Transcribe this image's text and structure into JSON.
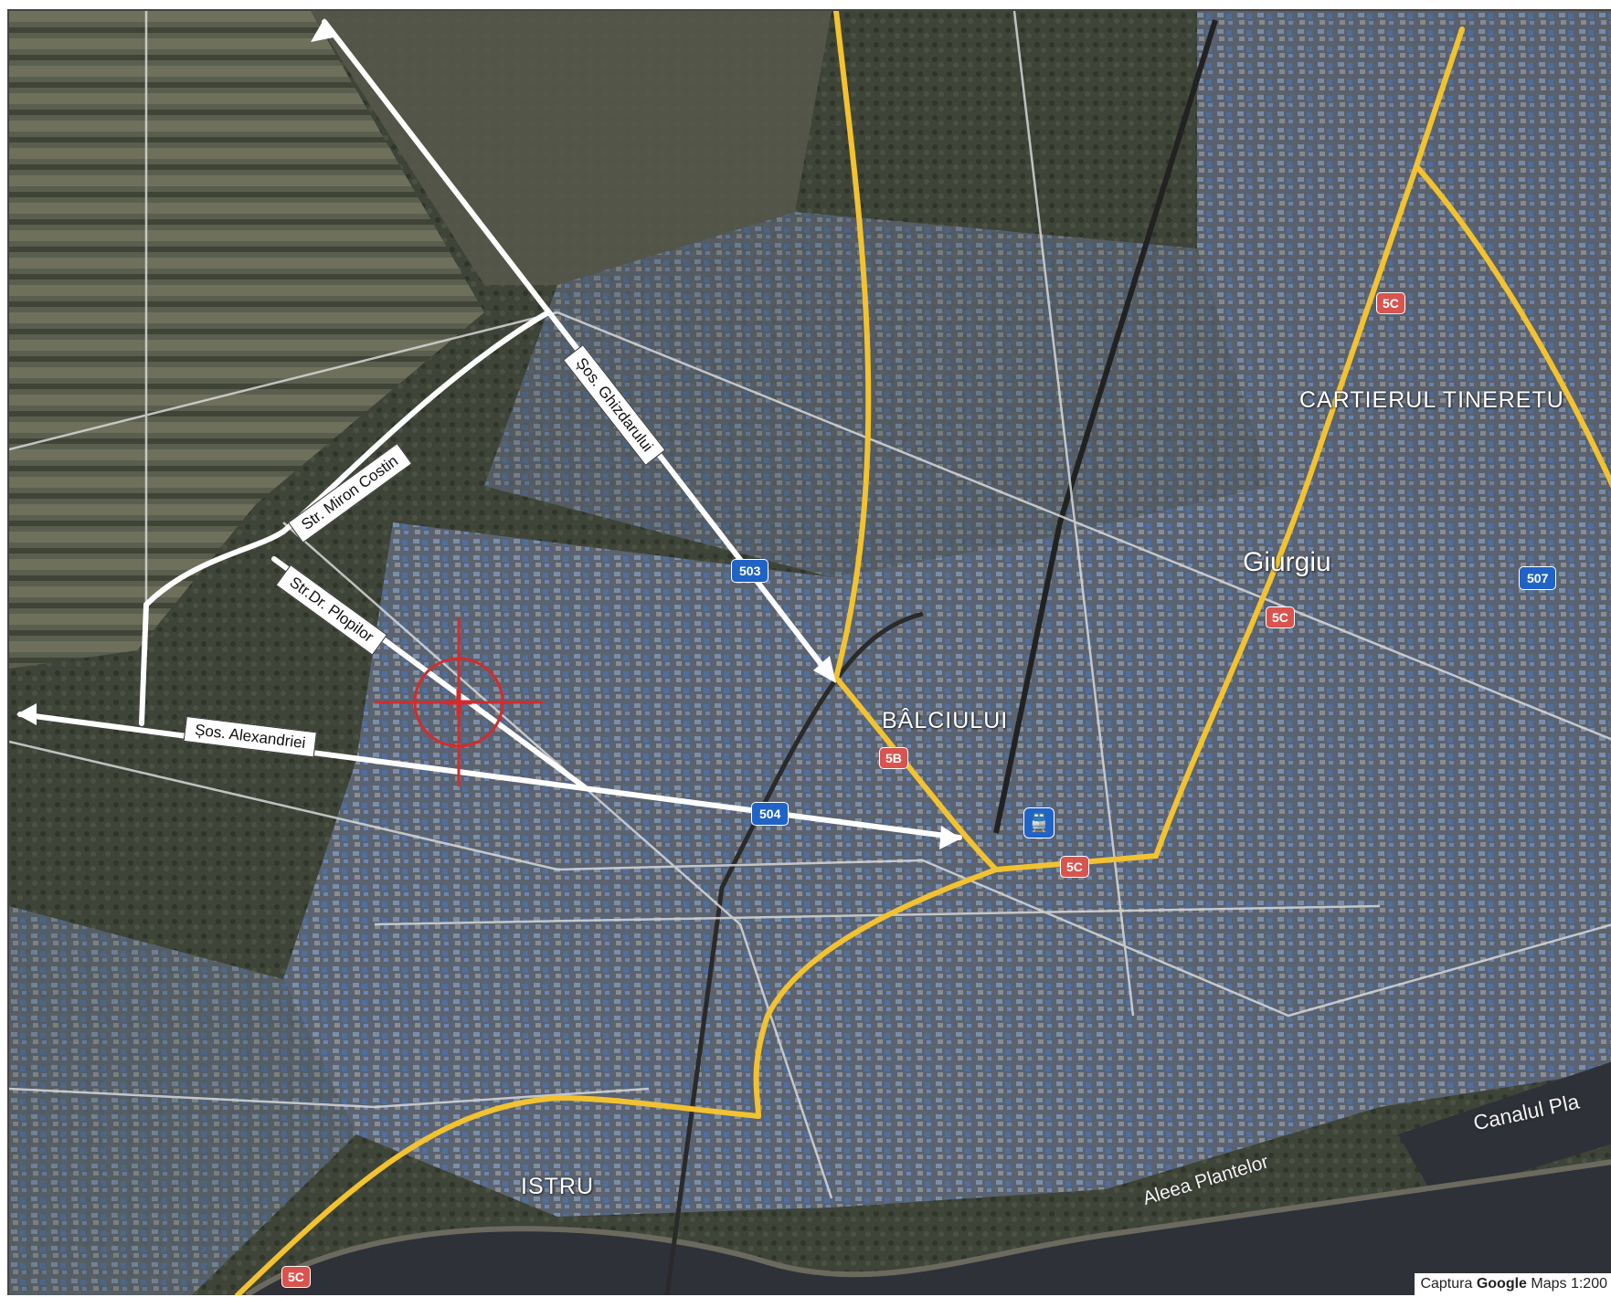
{
  "districts": {
    "tineretului": "CARTIERUL TINERETU",
    "balciului": "BÂLCIULUI",
    "istru": "ISTRU",
    "city": "Giurgiu"
  },
  "water": {
    "canal": "Canalul Pla"
  },
  "streets": {
    "aleea_plantelor": "Aleea Plantelor",
    "ghizdarului": "Șos. Ghizdarului",
    "miron_costin": "Str. Miron Costin",
    "plopilor": "Str.Dr. Plopilor",
    "alexandriei": "Șos. Alexandriei"
  },
  "shields": {
    "r5c_1": "5C",
    "r5c_2": "5C",
    "r5c_3": "5C",
    "r5c_4": "5C",
    "r5b": "5B",
    "r507": "507",
    "r503": "503",
    "r504": "504"
  },
  "caption": {
    "prefix": "Captura ",
    "brand": "Google",
    "suffix": " Maps 1:200"
  },
  "icons": {
    "train": "train-station-icon",
    "target": "target-crosshair-icon"
  },
  "colors": {
    "main_road": "#f2c230",
    "arrow": "#ffffff",
    "target": "#d62b2b",
    "shield_red": "#d9534f",
    "shield_blue": "#1f63c6",
    "river": "#2e3138"
  }
}
